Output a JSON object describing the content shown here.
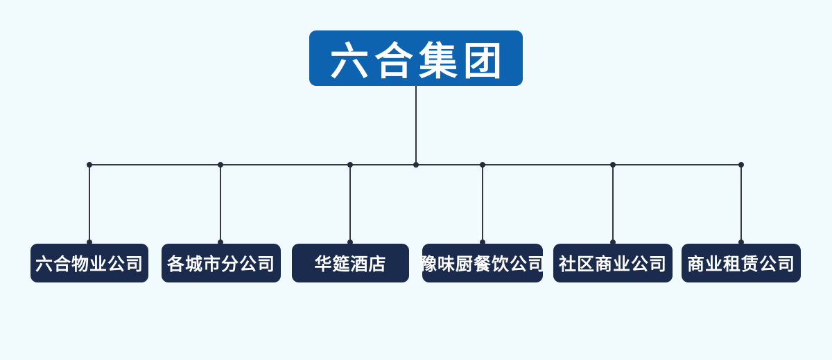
{
  "org": {
    "root": {
      "label": "六合集团"
    },
    "children": [
      {
        "label": "六合物业公司"
      },
      {
        "label": "各城市分公司"
      },
      {
        "label": "华筵酒店"
      },
      {
        "label": "豫味厨餐饮公司"
      },
      {
        "label": "社区商业公司"
      },
      {
        "label": "商业租赁公司"
      }
    ]
  },
  "colors": {
    "background": "#f1fafd",
    "root_node_fill": "#0e63b1",
    "child_node_fill": "#1b2b4d",
    "node_text": "#ffffff",
    "connector_line": "#35383d",
    "connector_dot": "#232c3f"
  }
}
